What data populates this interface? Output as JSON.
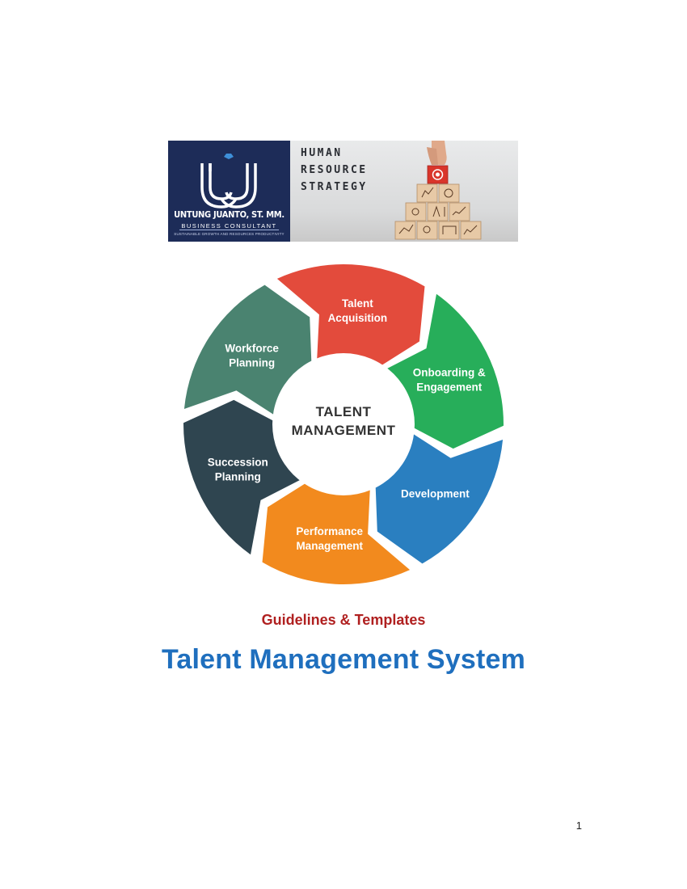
{
  "banner": {
    "logo_name": "UNTUNG JUANTO, ST. MM.",
    "logo_role": "BUSINESS CONSULTANT",
    "logo_tagline": "SUSTAINABLE GROWTH AND RESOURCES PRODUCTIVITY",
    "strategy_lines": [
      "HUMAN",
      "RESOURCE",
      "STRATEGY"
    ],
    "colors": {
      "navy": "#1d2c58",
      "accent_red": "#d9352b"
    }
  },
  "cycle": {
    "center_label": [
      "TALENT",
      "MANAGEMENT"
    ],
    "segments": [
      {
        "label": [
          "Talent",
          "Acquisition"
        ],
        "color": "#e34b3c"
      },
      {
        "label": [
          "Onboarding &",
          "Engagement"
        ],
        "color": "#27ae5a"
      },
      {
        "label": [
          "Development"
        ],
        "color": "#2a7fc0"
      },
      {
        "label": [
          "Performance",
          "Management"
        ],
        "color": "#f28a1e"
      },
      {
        "label": [
          "Succession",
          "Planning"
        ],
        "color": "#2f4550"
      },
      {
        "label": [
          "Workforce",
          "Planning"
        ],
        "color": "#4a8370"
      }
    ]
  },
  "doc": {
    "subtitle": "Guidelines & Templates",
    "title": "Talent Management System",
    "page_number": "1",
    "colors": {
      "subtitle": "#b02020",
      "title": "#1f6fbe"
    }
  }
}
